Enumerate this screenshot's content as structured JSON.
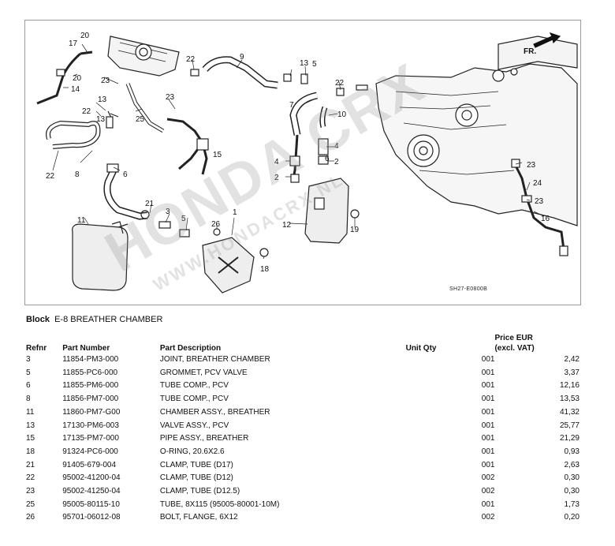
{
  "diagram": {
    "direction_label": "FR.",
    "drawing_code": "SH27-E0800B",
    "callouts": [
      "20",
      "17",
      "20",
      "14",
      "13",
      "22",
      "8",
      "23",
      "25",
      "13",
      "6",
      "22",
      "23",
      "9",
      "22",
      "13",
      "7",
      "10",
      "22",
      "5",
      "4",
      "21",
      "3",
      "15",
      "11",
      "26",
      "1",
      "18",
      "12",
      "6",
      "2",
      "4",
      "5",
      "2",
      "19",
      "23",
      "24",
      "23",
      "16"
    ]
  },
  "watermark": {
    "main": "HONDA CRX",
    "sub": "WWW.HONDACRX.NL"
  },
  "block": {
    "label": "Block",
    "name": "E-8 BREATHER CHAMBER"
  },
  "table": {
    "headers": {
      "refnr": "Refnr",
      "part_number": "Part Number",
      "description": "Part Description",
      "qty": "Unit Qty",
      "price_line1": "Price EUR",
      "price_line2": "(excl. VAT)"
    },
    "rows": [
      {
        "refnr": "3",
        "part_number": "11854-PM3-000",
        "description": "JOINT, BREATHER CHAMBER",
        "qty": "001",
        "price": "2,42"
      },
      {
        "refnr": "5",
        "part_number": "11855-PC6-000",
        "description": "GROMMET, PCV VALVE",
        "qty": "001",
        "price": "3,37"
      },
      {
        "refnr": "6",
        "part_number": "11855-PM6-000",
        "description": "TUBE COMP., PCV",
        "qty": "001",
        "price": "12,16"
      },
      {
        "refnr": "8",
        "part_number": "11856-PM7-000",
        "description": "TUBE COMP., PCV",
        "qty": "001",
        "price": "13,53"
      },
      {
        "refnr": "11",
        "part_number": "11860-PM7-G00",
        "description": "CHAMBER ASSY., BREATHER",
        "qty": "001",
        "price": "41,32"
      },
      {
        "refnr": "13",
        "part_number": "17130-PM6-003",
        "description": "VALVE ASSY., PCV",
        "qty": "001",
        "price": "25,77"
      },
      {
        "refnr": "15",
        "part_number": "17135-PM7-000",
        "description": "PIPE ASSY., BREATHER",
        "qty": "001",
        "price": "21,29"
      },
      {
        "refnr": "18",
        "part_number": "91324-PC6-000",
        "description": "O-RING, 20.6X2.6",
        "qty": "001",
        "price": "0,93"
      },
      {
        "refnr": "21",
        "part_number": "91405-679-004",
        "description": "CLAMP, TUBE (D17)",
        "qty": "001",
        "price": "2,63"
      },
      {
        "refnr": "22",
        "part_number": "95002-41200-04",
        "description": "CLAMP, TUBE (D12)",
        "qty": "002",
        "price": "0,30"
      },
      {
        "refnr": "23",
        "part_number": "95002-41250-04",
        "description": "CLAMP, TUBE (D12.5)",
        "qty": "002",
        "price": "0,30"
      },
      {
        "refnr": "25",
        "part_number": "95005-80115-10",
        "description": "TUBE, 8X115 (95005-80001-10M)",
        "qty": "001",
        "price": "1,73"
      },
      {
        "refnr": "26",
        "part_number": "95701-06012-08",
        "description": "BOLT, FLANGE, 6X12",
        "qty": "002",
        "price": "0,20"
      }
    ]
  }
}
